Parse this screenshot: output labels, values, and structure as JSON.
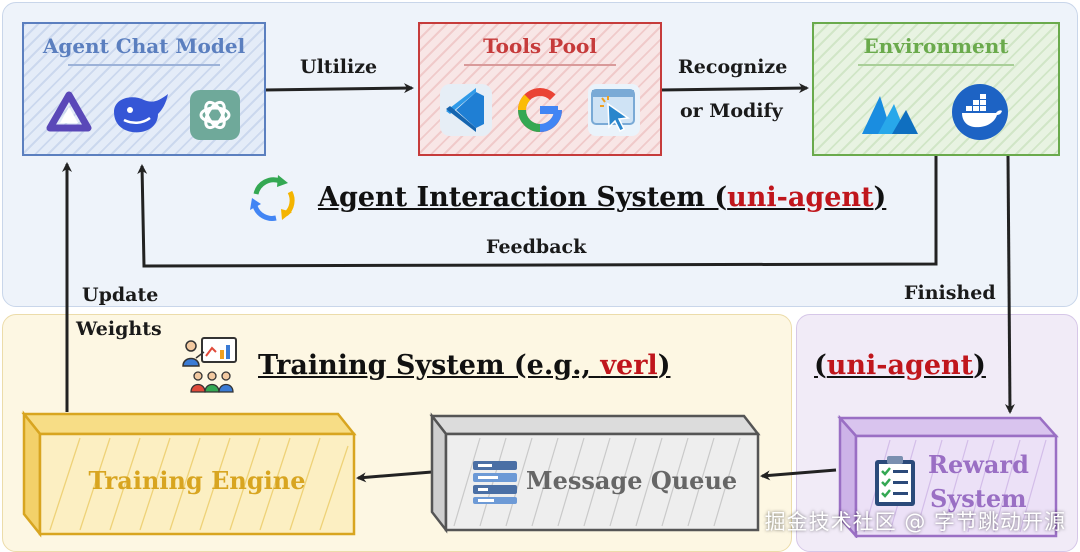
{
  "colors": {
    "agent_blue": "#5b7fbf",
    "tools_red": "#c63b3b",
    "env_green": "#6aaa4c",
    "training_gold": "#d8a520",
    "queue_gray": "#6e6e6e",
    "reward_purple": "#9a6fc4",
    "highlight_red": "#c0161c"
  },
  "interaction_system": {
    "heading_prefix": "Agent Interaction System (",
    "heading_highlight": "uni-agent",
    "heading_suffix": ")",
    "cycle_icon": "refresh-cycle-icon"
  },
  "agent_chat_model": {
    "title": "Agent Chat Model",
    "icons": [
      "qwen-logo-icon",
      "deepseek-whale-icon",
      "openai-logo-icon"
    ]
  },
  "tools_pool": {
    "title": "Tools Pool",
    "icons": [
      "vscode-icon",
      "google-icon",
      "cursor-click-icon"
    ]
  },
  "environment": {
    "title": "Environment",
    "icons": [
      "mountain-logo-icon",
      "docker-icon"
    ]
  },
  "edges": {
    "utilize": "Ultilize",
    "recognize_line1": "Recognize",
    "recognize_line2": "or Modify",
    "feedback": "Feedback",
    "finished": "Finished",
    "update_line1": "Update",
    "update_line2": "Weights"
  },
  "training_system": {
    "heading_prefix": "Training System (e.g., ",
    "heading_highlight": "verl",
    "heading_suffix": ")",
    "icon": "presentation-team-icon"
  },
  "reward_region": {
    "heading_prefix": "(",
    "heading_highlight": "uni-agent",
    "heading_suffix": ")"
  },
  "training_engine": {
    "title": "Training Engine"
  },
  "message_queue": {
    "title": "Message Queue",
    "icon": "queue-list-icon"
  },
  "reward_system": {
    "title_line1": "Reward",
    "title_line2": "System",
    "icon": "clipboard-checklist-icon"
  },
  "watermark": "掘金技术社区 @ 字节跳动开源"
}
